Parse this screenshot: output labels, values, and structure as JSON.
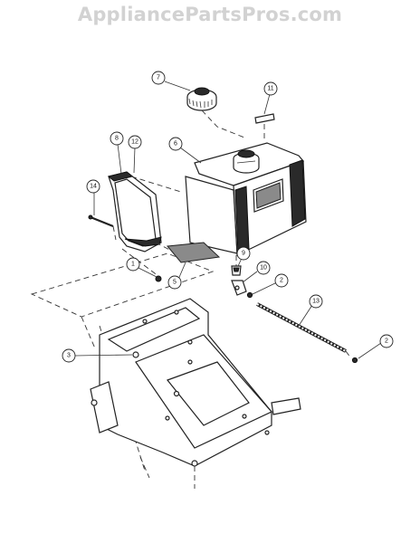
{
  "watermark": "AppliancePartsPros.com",
  "callouts": [
    "7",
    "11",
    "8",
    "12",
    "6",
    "14",
    "9",
    "1",
    "10",
    "5",
    "2",
    "13",
    "3",
    "2"
  ]
}
